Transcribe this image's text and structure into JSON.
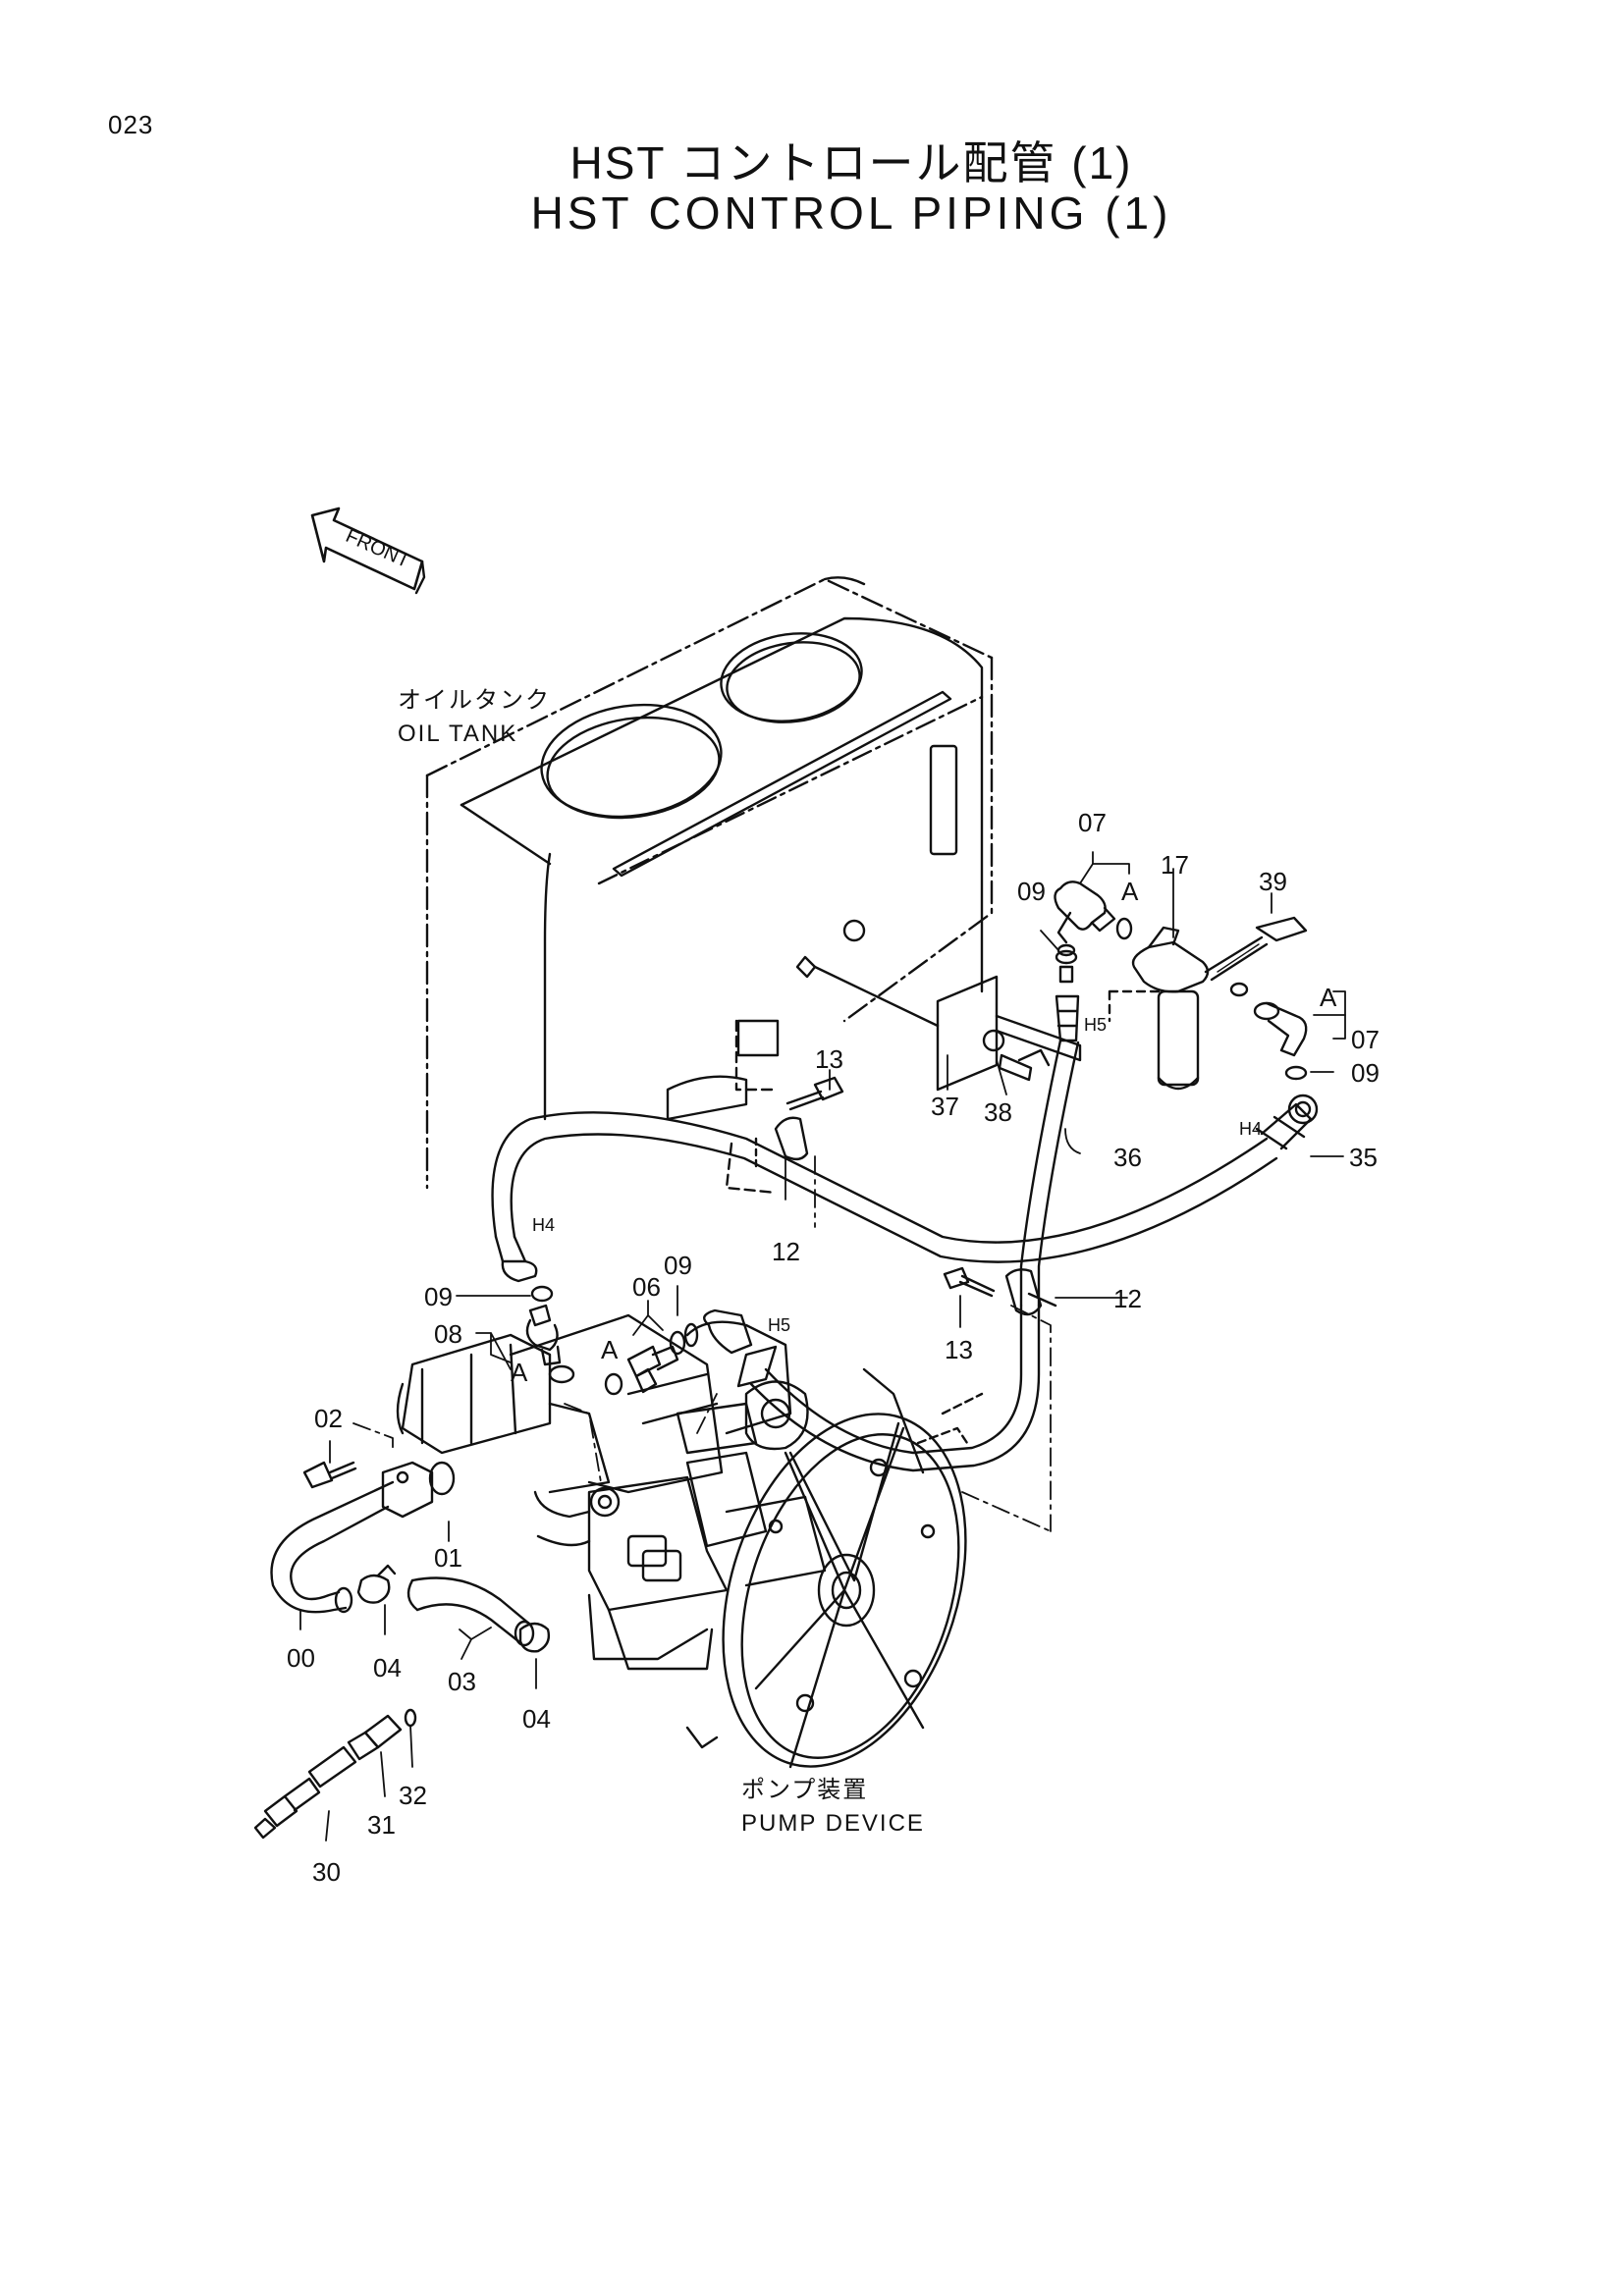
{
  "page_number": "023",
  "title_jp": "HST コントロール配管 (1)",
  "title_en": "HST CONTROL PIPING (1)",
  "front_label": "FRONT",
  "oil_tank": {
    "jp": "オイルタンク",
    "en": "OIL TANK"
  },
  "pump_device": {
    "jp": "ポンプ装置",
    "en": "PUMP DEVICE"
  },
  "hose_tags": {
    "h4_top": "H4",
    "h4_left": "H4",
    "h5_top": "H5",
    "h5_mid": "H5"
  },
  "section_marks": {
    "a1": "A",
    "a2": "A",
    "a3": "A",
    "a4": "A"
  },
  "callouts": {
    "c07_top": "07",
    "c17": "17",
    "c39": "39",
    "c09_top": "09",
    "c07_right": "07",
    "c09_right": "09",
    "c37": "37",
    "c38": "38",
    "c36": "36",
    "c35": "35",
    "c13_top": "13",
    "c12_top": "12",
    "c12_mid": "12",
    "c13_mid": "13",
    "c09_left": "09",
    "c08": "08",
    "c06": "06",
    "c09_mid": "09",
    "c02": "02",
    "c01": "01",
    "c00": "00",
    "c04_left": "04",
    "c03": "03",
    "c04_right": "04",
    "c32": "32",
    "c31": "31",
    "c30": "30"
  }
}
